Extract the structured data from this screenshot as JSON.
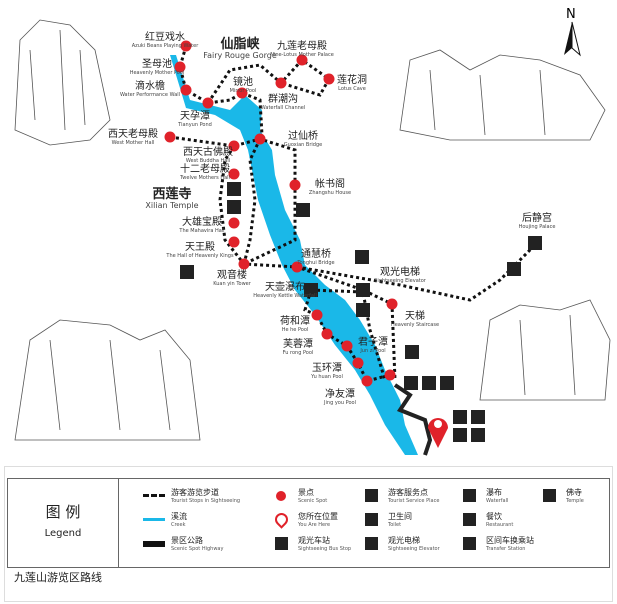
{
  "colors": {
    "creek": "#1ab8e8",
    "spot": "#e0222a",
    "trail": "#111111",
    "highway": "#222222",
    "mountain": "#555555"
  },
  "north_label": "N",
  "gorge": {
    "cn": "仙脂峡",
    "en": "Fairy Rouge Gorge"
  },
  "temple": {
    "cn": "西莲寺",
    "en": "Xilian Temple"
  },
  "spots": [
    {
      "cn": "红豆戏水",
      "en": "Azuki Beans Playing Water"
    },
    {
      "cn": "圣母池",
      "en": "Heavenly Mother Pool"
    },
    {
      "cn": "滴水檐",
      "en": "Water Performance Wall"
    },
    {
      "cn": "天孕潭",
      "en": "Tianyun Pond"
    },
    {
      "cn": "镜池",
      "en": "Mirror Pool"
    },
    {
      "cn": "群潮沟",
      "en": "Waterfall Channel"
    },
    {
      "cn": "九莲老母殿",
      "en": "Nine-Lotus Mother Palace"
    },
    {
      "cn": "莲花洞",
      "en": "Lotus Cave"
    },
    {
      "cn": "过仙桥",
      "en": "Guoxian Bridge"
    },
    {
      "cn": "西天老母殿",
      "en": "West Mother Hall"
    },
    {
      "cn": "西天古佛殿",
      "en": "West Buddha Hall"
    },
    {
      "cn": "十二老母殿",
      "en": "Twelve Mothers Hall"
    },
    {
      "cn": "大雄宝殿",
      "en": "The Mahavira Hall"
    },
    {
      "cn": "天王殿",
      "en": "The Hall of Heavenly Kings"
    },
    {
      "cn": "观音楼",
      "en": "Kuan yin Tower"
    },
    {
      "cn": "帐书阁",
      "en": "Zhangshu House"
    },
    {
      "cn": "通慧桥",
      "en": "Tonghui Bridge"
    },
    {
      "cn": "天梯",
      "en": "Heavenly Staircase"
    },
    {
      "cn": "荷和潭",
      "en": "He he Pool"
    },
    {
      "cn": "芙蓉潭",
      "en": "Fu rong Pool"
    },
    {
      "cn": "君子潭",
      "en": "Jun zi Pool"
    },
    {
      "cn": "玉环潭",
      "en": "Yu huan Pool"
    },
    {
      "cn": "净友潭",
      "en": "Jing you Pool"
    }
  ],
  "facilities": [
    {
      "cn": "天壶瀑布",
      "en": "Heavenly Kettle Waterfall",
      "icon": "waterfall-icon"
    },
    {
      "cn": "观光电梯",
      "en": "Sightseeing Elevator",
      "icon": "elevator-icon"
    },
    {
      "cn": "后静宫",
      "en": "Houjing Palace",
      "icon": "temple-icon"
    }
  ],
  "legend": {
    "title_cn": "图 例",
    "title_en": "Legend",
    "items": [
      {
        "cn": "游客游览步道",
        "en": "Tourist Stops in Sightseeing",
        "icon": "trail-dash"
      },
      {
        "cn": "溪流",
        "en": "Creek",
        "icon": "creek-line"
      },
      {
        "cn": "景区公路",
        "en": "Scenic Spot Highway",
        "icon": "highway-line"
      },
      {
        "cn": "景点",
        "en": "Scenic Spot",
        "icon": "spot-dot-icon"
      },
      {
        "cn": "您所在位置",
        "en": "You Are Here",
        "icon": "location-pin-icon"
      },
      {
        "cn": "观光车站",
        "en": "Sightseeing Bus Stop",
        "icon": "bus-stop-icon"
      },
      {
        "cn": "游客服务点",
        "en": "Tourist Service Place",
        "icon": "info-icon"
      },
      {
        "cn": "卫生间",
        "en": "Toilet",
        "icon": "toilet-icon"
      },
      {
        "cn": "观光电梯",
        "en": "Sightseeing Elevator",
        "icon": "elevator-icon"
      },
      {
        "cn": "瀑布",
        "en": "Waterfall",
        "icon": "waterfall-icon"
      },
      {
        "cn": "餐饮",
        "en": "Restaurant",
        "icon": "restaurant-icon"
      },
      {
        "cn": "区间车换乘站",
        "en": "Transfer Station",
        "icon": "transfer-bus-icon"
      },
      {
        "cn": "佛寺",
        "en": "Temple",
        "icon": "temple-icon"
      }
    ]
  },
  "caption": "九莲山游览区路线"
}
